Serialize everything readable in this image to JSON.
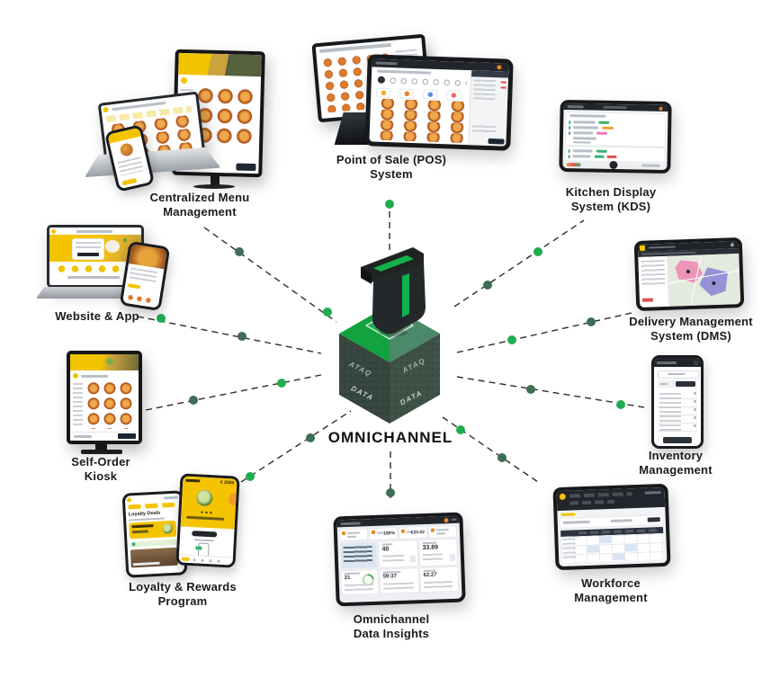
{
  "center": {
    "label": "OMNICHANNEL",
    "face_word_top": "ATAQ",
    "face_word_bottom": "DATA"
  },
  "nodes": {
    "menu_management": {
      "line1": "Centralized Menu",
      "line2": "Management"
    },
    "pos": {
      "line1": "Point of Sale (POS)",
      "line2": "System"
    },
    "kds": {
      "line1": "Kitchen Display",
      "line2": "System (KDS)"
    },
    "website_app": {
      "line1": "Website & App",
      "line2": ""
    },
    "dms": {
      "line1": "Delivery Management",
      "line2": "System (DMS)"
    },
    "kiosk": {
      "line1": "Self-Order",
      "line2": "Kiosk"
    },
    "inventory": {
      "line1": "Inventory",
      "line2": "Management"
    },
    "loyalty": {
      "line1": "Loyalty & Rewards",
      "line2": "Program"
    },
    "workforce": {
      "line1": "Workforce",
      "line2": "Management"
    },
    "insights": {
      "line1": "Omnichannel",
      "line2": "Data Insights"
    }
  },
  "screens": {
    "loyalty": {
      "title": "Loyalty Deals",
      "balance": "€ 2500"
    },
    "insights": {
      "pct": "180%",
      "amount": "€20.02",
      "orders": "40",
      "revenue": "33.89",
      "m1": "21",
      "m2": "59:37",
      "m3": "62.27"
    }
  },
  "colors": {
    "accent_green": "#1fae4f",
    "dot_dark_green": "#3e6e55",
    "brand_yellow": "#f5c400",
    "cube_top_left": "#12a23f",
    "cube_top_right": "#4b8a69",
    "cube_face_left": "#36453d",
    "cube_face_right": "#3e5146",
    "connector_line": "#2d2d2d"
  }
}
